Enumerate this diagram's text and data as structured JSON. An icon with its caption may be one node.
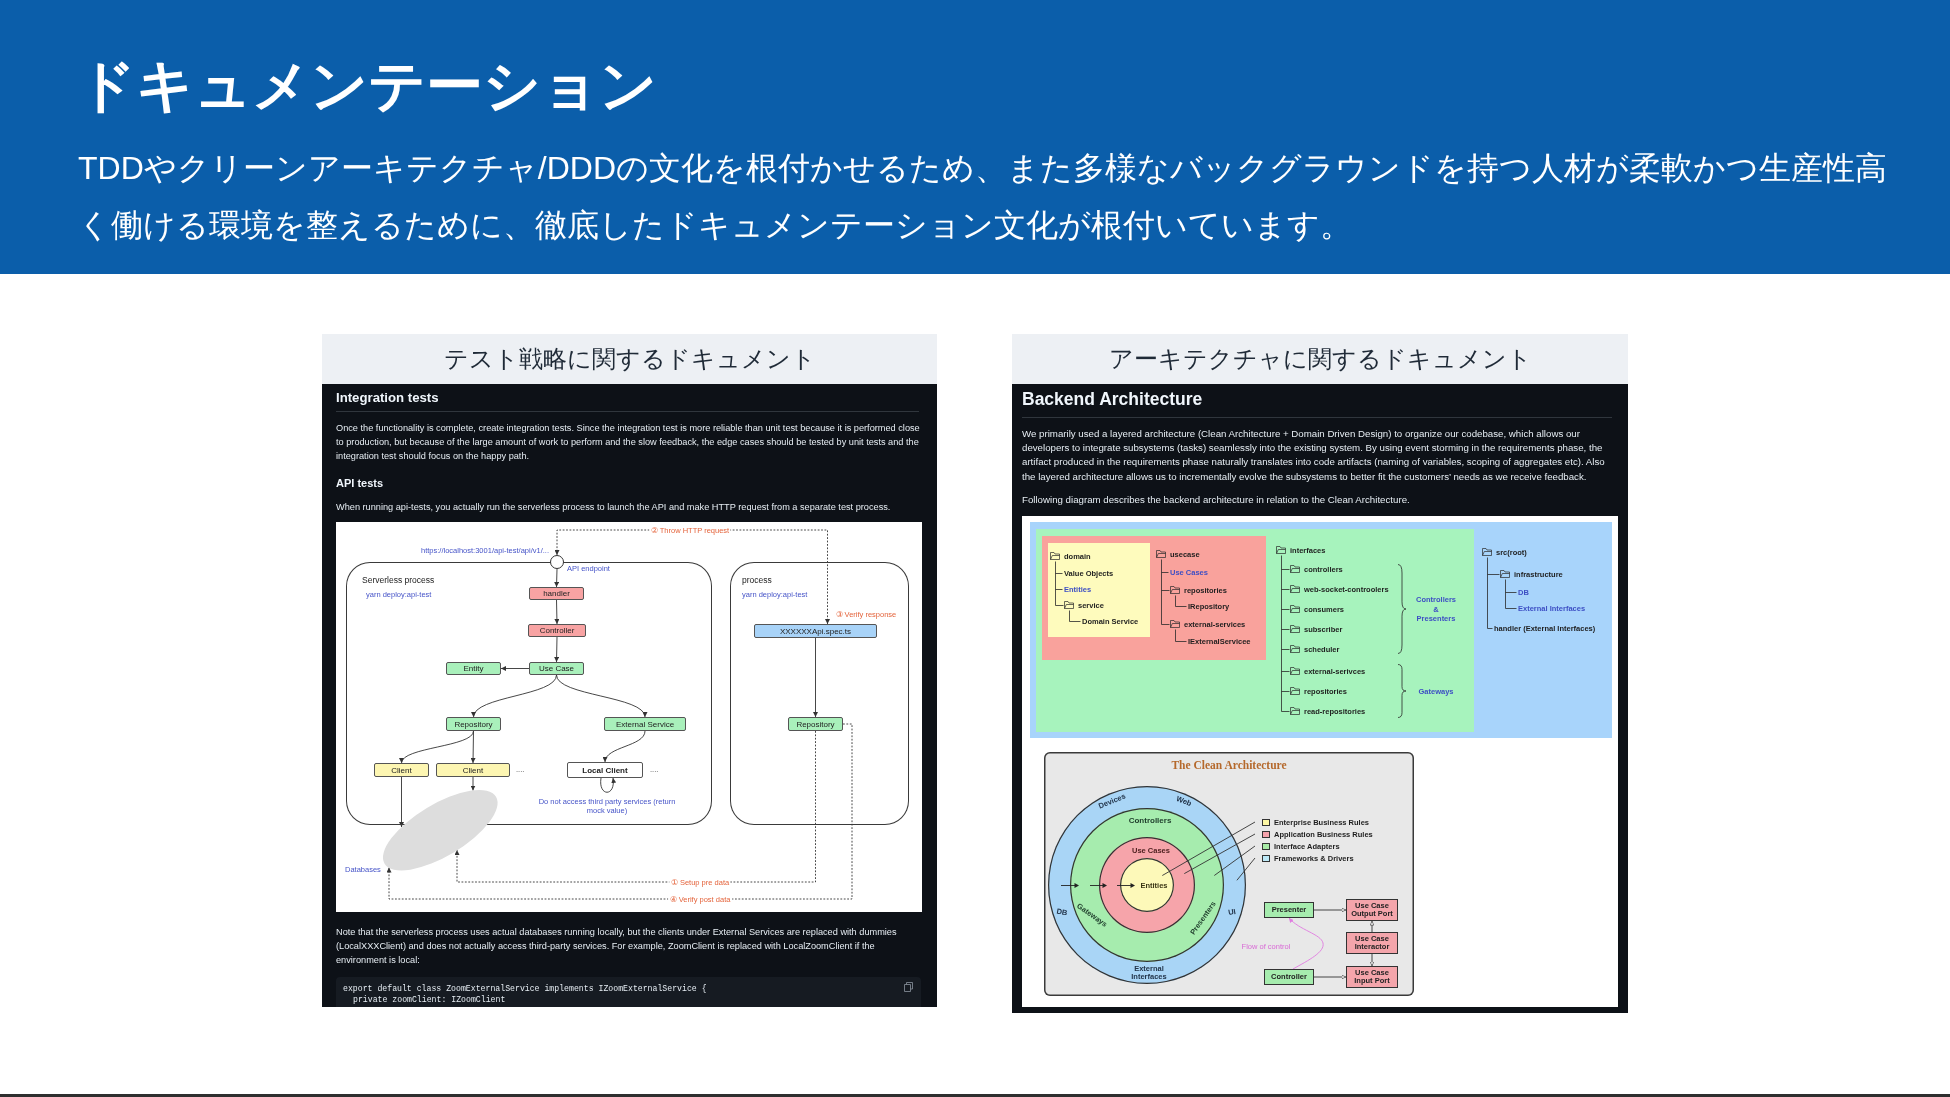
{
  "diagram": {
    "title": "ドキュメンテーション",
    "nodes": [
      {
        "text": [
          "テスト戦略に関するドキュメント",
          "Integration tests",
          "Once the functionality is complete, create integration tests. Since the integration test is more reliable than unit test because it is performed close to production, but because of the large amount of work to perform and the slow feedback, the edge cases should be tested by unit tests and the integration test should focus on the happy path.",
          "API tests",
          "When running api-tests, you actually run the serverless process to launch the API and make HTTP request from a separate test process.",
          "Note that the serverless process uses actual databases running locally, but the clients under External Services are replaced with dummies (LocalXXXClient) and does not actually access third-party services. For example, ZoomClient is replaced with LocalZoomClient if the environment is local:",
          "export default class ZoomExternalService implements IZoomExternalService {",
          "private zoomClient: IZoomClient"
        ]
      },
      {
        "text": [
          "Serverless process",
          "yarn deploy:api-test"
        ],
        "in": 0
      },
      {
        "text": [],
        "shape": "circle",
        "beside": [
          "https://localhost:3001/api-test/api/v1/...",
          "API endpoint"
        ],
        "in": 0
      },
      {
        "text": [
          "handler"
        ],
        "in": 1
      },
      {
        "text": [
          "Controller"
        ],
        "in": 1
      },
      {
        "text": [
          "Use Case"
        ],
        "in": 1
      },
      {
        "text": [
          "Entity"
        ],
        "in": 1
      },
      {
        "text": [
          "Repository"
        ],
        "in": 1
      },
      {
        "text": [
          "External Service"
        ],
        "in": 1
      },
      {
        "text": [
          "Client"
        ],
        "in": 1
      },
      {
        "text": [
          "Client"
        ],
        "beside": [
          "...."
        ],
        "in": 1
      },
      {
        "text": [
          "Local Client"
        ],
        "beside": [
          "Do not access third party services (return mock value)",
          "...."
        ],
        "in": 1
      },
      {
        "text": [
          "Databases"
        ],
        "in": 0
      },
      {
        "text": [
          "process",
          "yarn deploy:api-test"
        ],
        "in": 0
      },
      {
        "text": [
          "XXXXXXApi.spec.ts"
        ],
        "in": 13
      },
      {
        "text": [
          "Repository"
        ],
        "in": 13
      },
      {
        "text": [
          "アーキテクチャに関するドキュメント",
          "Backend Architecture",
          "We primarily used a layered architecture (Clean Architecture + Domain Driven Design) to organize our codebase, which allows our developers to integrate subsystems (tasks) seamlessly into the existing system. By using event storming in the requirements phase, the artifact produced in the requirements phase naturally translates into code artifacts (naming of variables, scoping of aggregates etc). Also the layered architecture allows us to incrementally evolve the subsystems to better fit the customers’ needs as we receive feedback.",
          "Following diagram describes the backend architecture in relation to the Clean Architecture."
        ]
      },
      {
        "text": [
          "src(root)",
          "infrastructure",
          "DB",
          "External Interfaces",
          "handler (External Interfaces)"
        ],
        "in": 16
      },
      {
        "text": [
          "interfaces",
          "controllers",
          "web-socket-controolers",
          "consumers",
          "subscriber",
          "scheduler",
          "external-serivces",
          "repositories",
          "read-repositories",
          "Controllers & Presenters",
          "Gateways"
        ],
        "in": 17
      },
      {
        "text": [
          "usecase",
          "Use Cases",
          "repositories",
          "IRepository",
          "external-services",
          "IExternalServicee"
        ],
        "in": 18
      },
      {
        "text": [
          "domain",
          "Value Objects",
          "Entities",
          "service",
          "Domain Service"
        ],
        "in": 19
      },
      {
        "text": [
          "The Clean Architecture"
        ],
        "in": 16
      },
      {
        "text": [
          "Devices",
          "Web",
          "UI",
          "DB",
          "External Interfaces"
        ],
        "in": 21
      },
      {
        "text": [
          "Controllers",
          "Gateways",
          "Presenters"
        ],
        "in": 22
      },
      {
        "text": [
          "Use Cases"
        ],
        "in": 23
      },
      {
        "text": [
          "Entities"
        ],
        "in": 24
      },
      {
        "text": [
          "Presenter"
        ],
        "in": 21
      },
      {
        "text": [
          "Use Case Output Port"
        ],
        "in": 21
      },
      {
        "text": [
          "Use Case Interactor"
        ],
        "in": 21
      },
      {
        "text": [
          "Controller"
        ],
        "in": 21
      },
      {
        "text": [
          "Use Case Input Port"
        ],
        "in": 21
      }
    ],
    "edges": [
      {
        "from": 14,
        "to": 2,
        "arrow": "both",
        "label": "② Throw HTTP request",
        "style": "dashed"
      },
      {
        "from": 2,
        "to": 3,
        "arrow": "to"
      },
      {
        "from": 3,
        "to": 4,
        "arrow": "to"
      },
      {
        "from": 4,
        "to": 5,
        "arrow": "to"
      },
      {
        "from": 5,
        "to": 6,
        "arrow": "to"
      },
      {
        "from": 5,
        "to": 7,
        "arrow": "to"
      },
      {
        "from": 5,
        "to": 8,
        "arrow": "to"
      },
      {
        "from": 7,
        "to": 9,
        "arrow": "to"
      },
      {
        "from": 7,
        "to": 10,
        "arrow": "to"
      },
      {
        "from": 9,
        "to": 12,
        "arrow": "to"
      },
      {
        "from": 10,
        "to": 12,
        "arrow": "to"
      },
      {
        "from": 8,
        "to": 11,
        "arrow": "to"
      },
      {
        "from": 11,
        "to": 11,
        "arrow": "to"
      },
      {
        "from": 14,
        "to": 15,
        "arrow": "to"
      },
      {
        "from": 15,
        "to": 12,
        "arrow": "to",
        "label": "① Setup pre data",
        "style": "dashed"
      },
      {
        "from": 15,
        "to": 12,
        "arrow": "to",
        "label": "④ Verify post data",
        "style": "dashed"
      },
      {
        "from": 26,
        "to": 27,
        "arrow": "to"
      },
      {
        "from": 28,
        "to": 27,
        "arrow": "to"
      },
      {
        "from": 28,
        "to": 30,
        "arrow": "to"
      },
      {
        "from": 29,
        "to": 30,
        "arrow": "to"
      },
      {
        "from": 29,
        "to": 26,
        "arrow": "to",
        "label": "Flow of control",
        "color": "#e07ce0"
      },
      {
        "from": null,
        "to": 25,
        "arrow": "none"
      },
      {
        "from": null,
        "to": 24,
        "arrow": "none"
      },
      {
        "from": null,
        "to": 23,
        "arrow": "none"
      },
      {
        "from": null,
        "to": 22,
        "arrow": "none"
      }
    ],
    "labels": [
      "TDDやクリーンアーキテクチャ/DDDの文化を根付かせるため、また多様なバックグラウンドを持つ人材が柔軟かつ生産性高く働ける環境を整えるために、徹底したドキュメンテーション文化が根付いています。",
      "③ Verify response"
    ],
    "legend": [
      {
        "text": "Enterprise Business Rules",
        "color": "#fdf7a4"
      },
      {
        "text": "Application Business Rules",
        "color": "#f5a3ac"
      },
      {
        "text": "Interface Adapters",
        "color": "#a8eba6"
      },
      {
        "text": "Frameworks & Drivers",
        "color": "#bde9f7"
      }
    ]
  }
}
